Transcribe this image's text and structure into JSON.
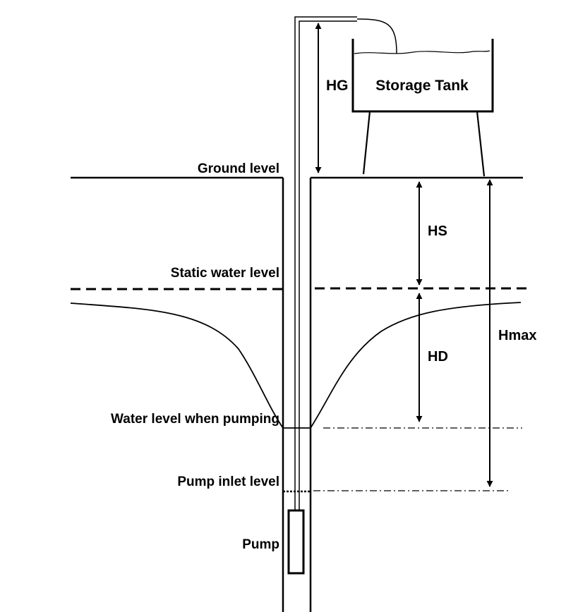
{
  "labels": {
    "storage_tank": "Storage Tank",
    "hg": "HG",
    "ground_level": "Ground level",
    "hs": "HS",
    "static_water_level": "Static water level",
    "hd": "HD",
    "hmax": "Hmax",
    "water_level_pumping": "Water level when pumping",
    "pump_inlet_level": "Pump inlet level",
    "pump": "Pump"
  },
  "colors": {
    "stroke": "#000000",
    "background": "#ffffff"
  }
}
